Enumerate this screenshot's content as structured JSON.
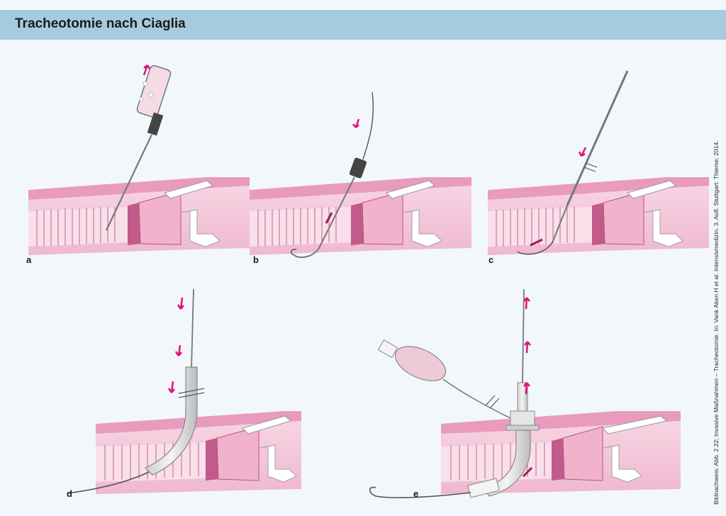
{
  "header": {
    "title": "Tracheotomie nach Ciaglia"
  },
  "credit": "Bildnachweis: Abb. 2.22; Invasive Maßnahmen – Tracheotomie. In: Vank Aken H et al. Intensivmedizin. 3. Aufl. Stuttgart: Thieme; 2014.",
  "panels": [
    {
      "label": "a"
    },
    {
      "label": "b"
    },
    {
      "label": "c"
    },
    {
      "label": "d"
    },
    {
      "label": "e"
    }
  ],
  "colors": {
    "header_bg": "#a6cbe0",
    "page_bg": "#f2f7fb",
    "tissue": "#f3c6d8",
    "tissue_dark": "#d97aa5",
    "ring": "#e8a9c5",
    "arrow": "#e0117a",
    "instrument": "#8a8a8a"
  }
}
